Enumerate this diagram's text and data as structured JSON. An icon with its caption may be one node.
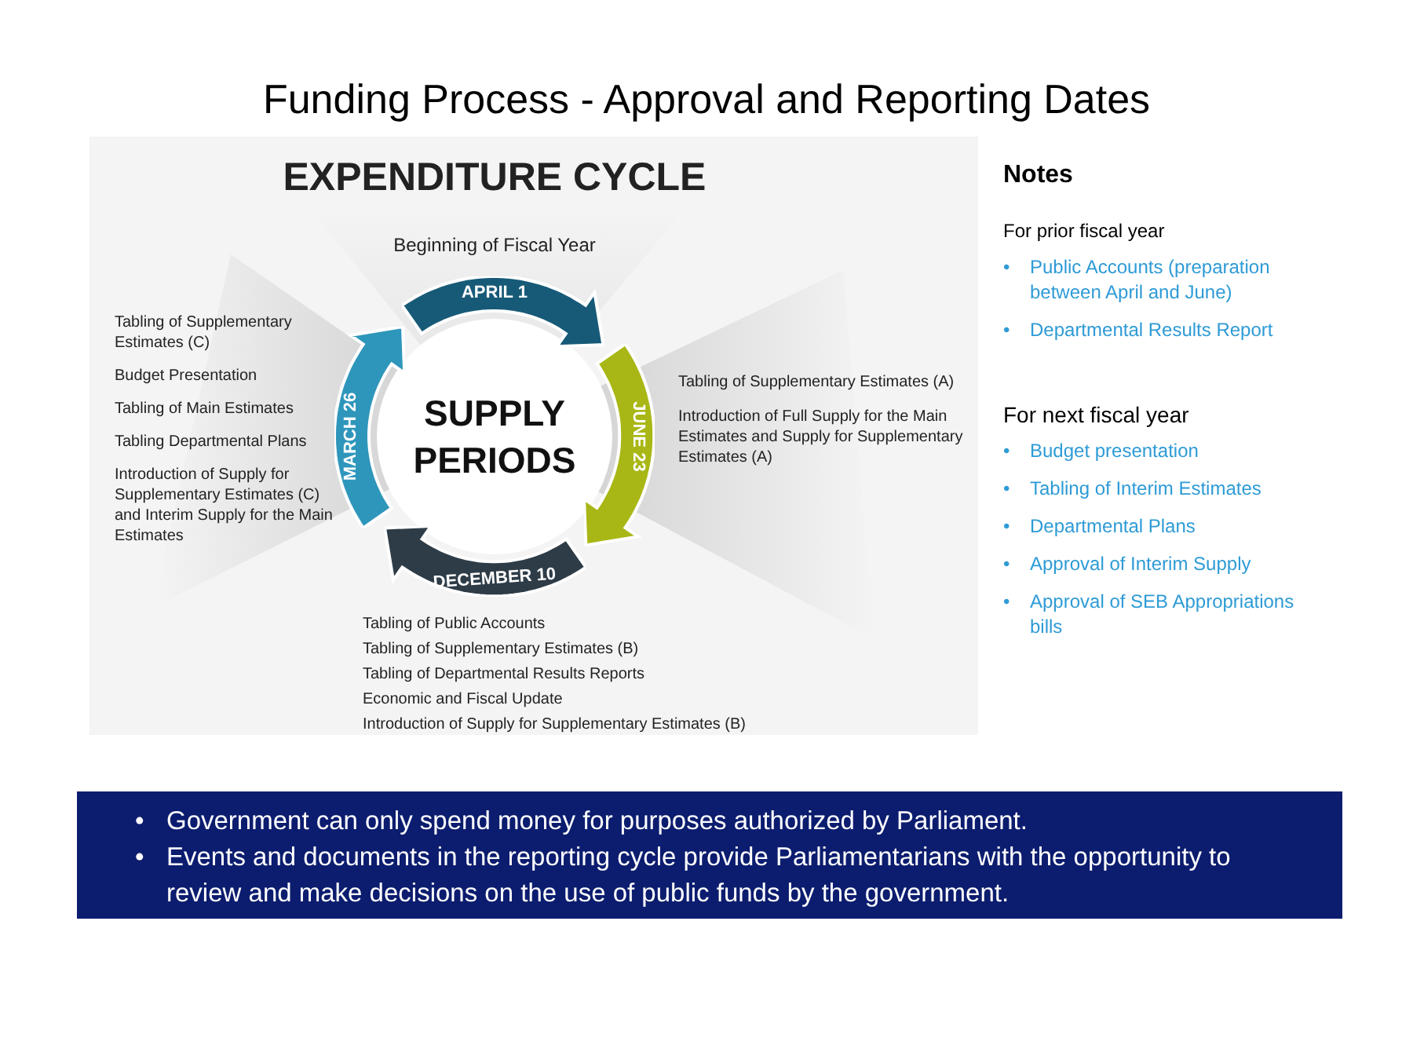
{
  "diagram": {
    "title": "Funding Process - Approval and Reporting Dates",
    "nodes": [
      {
        "text": [
          "SUPPLY PERIODS"
        ]
      },
      {
        "text": [
          "APRIL 1"
        ],
        "beside": [
          "Beginning of Fiscal Year"
        ]
      },
      {
        "text": [
          "JUNE 23"
        ],
        "beside": [
          "Tabling of Supplementary Estimates (A)",
          "Introduction of Full Supply for the Main Estimates and Supply for Supplementary Estimates (A)"
        ]
      },
      {
        "text": [
          "DECEMBER 10"
        ],
        "beside": [
          "Tabling of Public Accounts",
          "Tabling of Supplementary Estimates (B)",
          "Tabling of Departmental Results Reports",
          "Economic and Fiscal Update",
          "Introduction of Supply for Supplementary Estimates (B)"
        ]
      },
      {
        "text": [
          "MARCH 26"
        ],
        "beside": [
          "Tabling of Supplementary Estimates (C)",
          "Budget Presentation",
          "Tabling of Main Estimates",
          "Tabling Departmental Plans",
          "Introduction of Supply for Supplementary Estimates (C) and Interim Supply for the Main Estimates"
        ]
      },
      {
        "text": [
          "•",
          "Government can only spend money for purposes authorized by Parliament.",
          "•",
          "Events and documents in the reporting cycle provide Parliamentarians with the opportunity to review and make decisions on the use of public funds by the government."
        ]
      }
    ],
    "edges": [],
    "labels": [
      "EXPENDITURE CYCLE",
      "Notes",
      "For prior fiscal year",
      "•",
      "Public Accounts (preparation between April and June)",
      "•",
      "Departmental Results Report",
      "For next fiscal year",
      "•",
      "Budget presentation",
      "•",
      "Tabling of Interim Estimates",
      "•",
      "Departmental Plans",
      "•",
      "Approval of Interim Supply",
      "•",
      "Approval of SEB Appropriations bills"
    ]
  }
}
